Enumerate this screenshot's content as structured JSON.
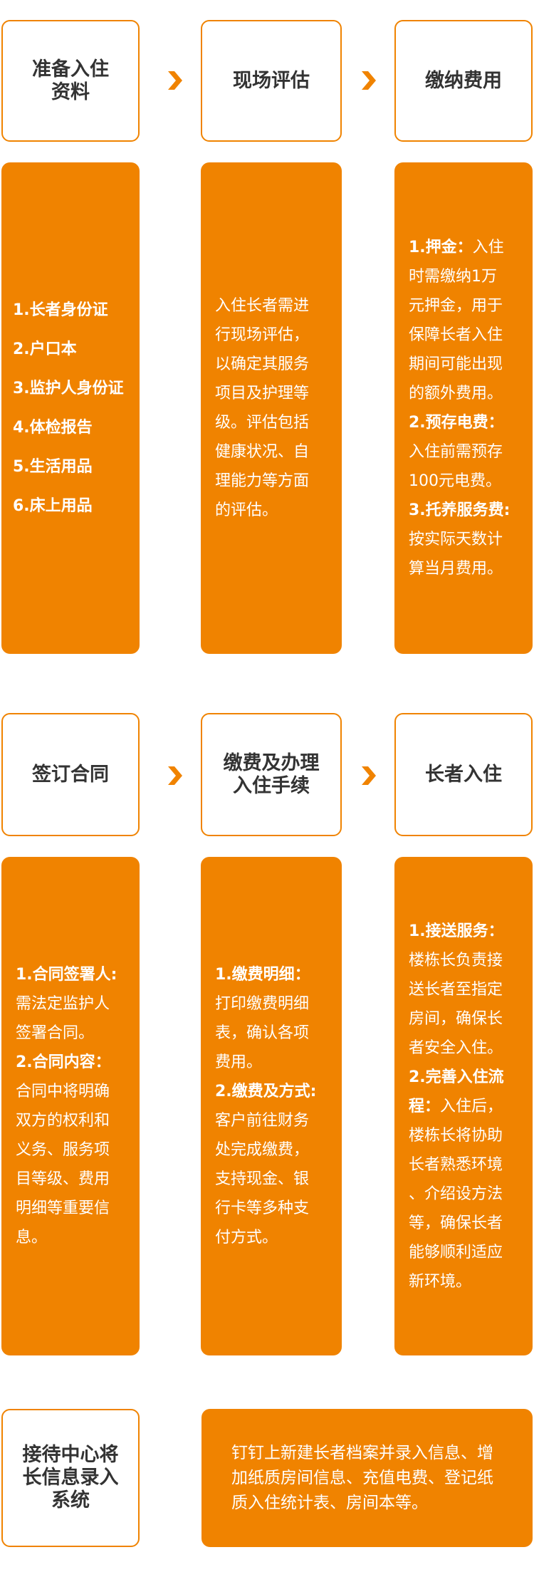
{
  "colors": {
    "accent": "#f08300",
    "title": "#333333"
  },
  "rows": [
    {
      "steps": [
        {
          "title": [
            "准备入住",
            "资料"
          ],
          "lines": [
            [
              {
                "t": "1.长者身份证",
                "b": true
              }
            ],
            [
              {
                "t": "2.户口本",
                "b": true
              }
            ],
            [
              {
                "t": "3.监护人身份证",
                "b": true
              }
            ],
            [
              {
                "t": "4.体检报告",
                "b": true
              }
            ],
            [
              {
                "t": "5.生活用品",
                "b": true
              }
            ],
            [
              {
                "t": "6.床上用品",
                "b": true
              }
            ]
          ]
        },
        {
          "title": [
            "现场评估"
          ],
          "lines": [
            [
              {
                "t": "入住长者需进"
              }
            ],
            [
              {
                "t": "行现场评估，"
              }
            ],
            [
              {
                "t": "以确定其服务"
              }
            ],
            [
              {
                "t": "项目及护理等"
              }
            ],
            [
              {
                "t": "级。评估包括"
              }
            ],
            [
              {
                "t": "健康状况、自"
              }
            ],
            [
              {
                "t": "理能力等方面"
              }
            ],
            [
              {
                "t": "的评估。"
              }
            ]
          ]
        },
        {
          "title": [
            "缴纳费用"
          ],
          "lines": [
            [
              {
                "t": "1.押金：",
                "b": true
              },
              {
                "t": "入住"
              }
            ],
            [
              {
                "t": "时需缴纳1万"
              }
            ],
            [
              {
                "t": "元押金，用于"
              }
            ],
            [
              {
                "t": "保障长者入住"
              }
            ],
            [
              {
                "t": "期间可能出现"
              }
            ],
            [
              {
                "t": "的额外费用。"
              }
            ],
            [
              {
                "t": "2.预存电费：",
                "b": true
              }
            ],
            [
              {
                "t": "入住前需预存"
              }
            ],
            [
              {
                "t": "100元电费。"
              }
            ],
            [
              {
                "t": "3.托养服务费:",
                "b": true
              }
            ],
            [
              {
                "t": "按实际天数计"
              }
            ],
            [
              {
                "t": "算当月费用。"
              }
            ]
          ]
        }
      ]
    },
    {
      "steps": [
        {
          "title": [
            "签订合同"
          ],
          "lines": [
            [
              {
                "t": "1.合同签署人:",
                "b": true
              }
            ],
            [
              {
                "t": "需法定监护人"
              }
            ],
            [
              {
                "t": "签署合同。"
              }
            ],
            [
              {
                "t": "2.合同内容：",
                "b": true
              }
            ],
            [
              {
                "t": "合同中将明确"
              }
            ],
            [
              {
                "t": "双方的权利和"
              }
            ],
            [
              {
                "t": "义务、服务项"
              }
            ],
            [
              {
                "t": "目等级、费用"
              }
            ],
            [
              {
                "t": "明细等重要信"
              }
            ],
            [
              {
                "t": "息。"
              }
            ]
          ]
        },
        {
          "title": [
            "缴费及办理",
            "入住手续"
          ],
          "lines": [
            [
              {
                "t": "1.缴费明细：",
                "b": true
              }
            ],
            [
              {
                "t": "打印缴费明细"
              }
            ],
            [
              {
                "t": "表，确认各项"
              }
            ],
            [
              {
                "t": "费用。"
              }
            ],
            [
              {
                "t": "2.缴费及方式:",
                "b": true
              }
            ],
            [
              {
                "t": "客户前往财务"
              }
            ],
            [
              {
                "t": "处完成缴费，"
              }
            ],
            [
              {
                "t": "支持现金、银"
              }
            ],
            [
              {
                "t": "行卡等多种支"
              }
            ],
            [
              {
                "t": "付方式。"
              }
            ]
          ]
        },
        {
          "title": [
            "长者入住"
          ],
          "lines": [
            [
              {
                "t": "1.接送服务：",
                "b": true
              }
            ],
            [
              {
                "t": "楼栋长负责接"
              }
            ],
            [
              {
                "t": "送长者至指定"
              }
            ],
            [
              {
                "t": "房间，确保长"
              }
            ],
            [
              {
                "t": "者安全入住。"
              }
            ],
            [
              {
                "t": "2.完善入住流",
                "b": true
              }
            ],
            [
              {
                "t": "程：",
                "b": true
              },
              {
                "t": "入住后，"
              }
            ],
            [
              {
                "t": "楼栋长将协助"
              }
            ],
            [
              {
                "t": "长者熟悉环境"
              }
            ],
            [
              {
                "t": "、介绍设方法"
              }
            ],
            [
              {
                "t": "等，确保长者"
              }
            ],
            [
              {
                "t": "能够顺利适应"
              }
            ],
            [
              {
                "t": "新环境。"
              }
            ]
          ]
        }
      ]
    }
  ],
  "final": {
    "title": [
      "接待中心将",
      "长信息录入",
      "系统"
    ],
    "lines": [
      "钉钉上新建长者档案并录入信息、增",
      "加纸质房间信息、充值电费、登记纸",
      "质入住统计表、房间本等。"
    ]
  }
}
